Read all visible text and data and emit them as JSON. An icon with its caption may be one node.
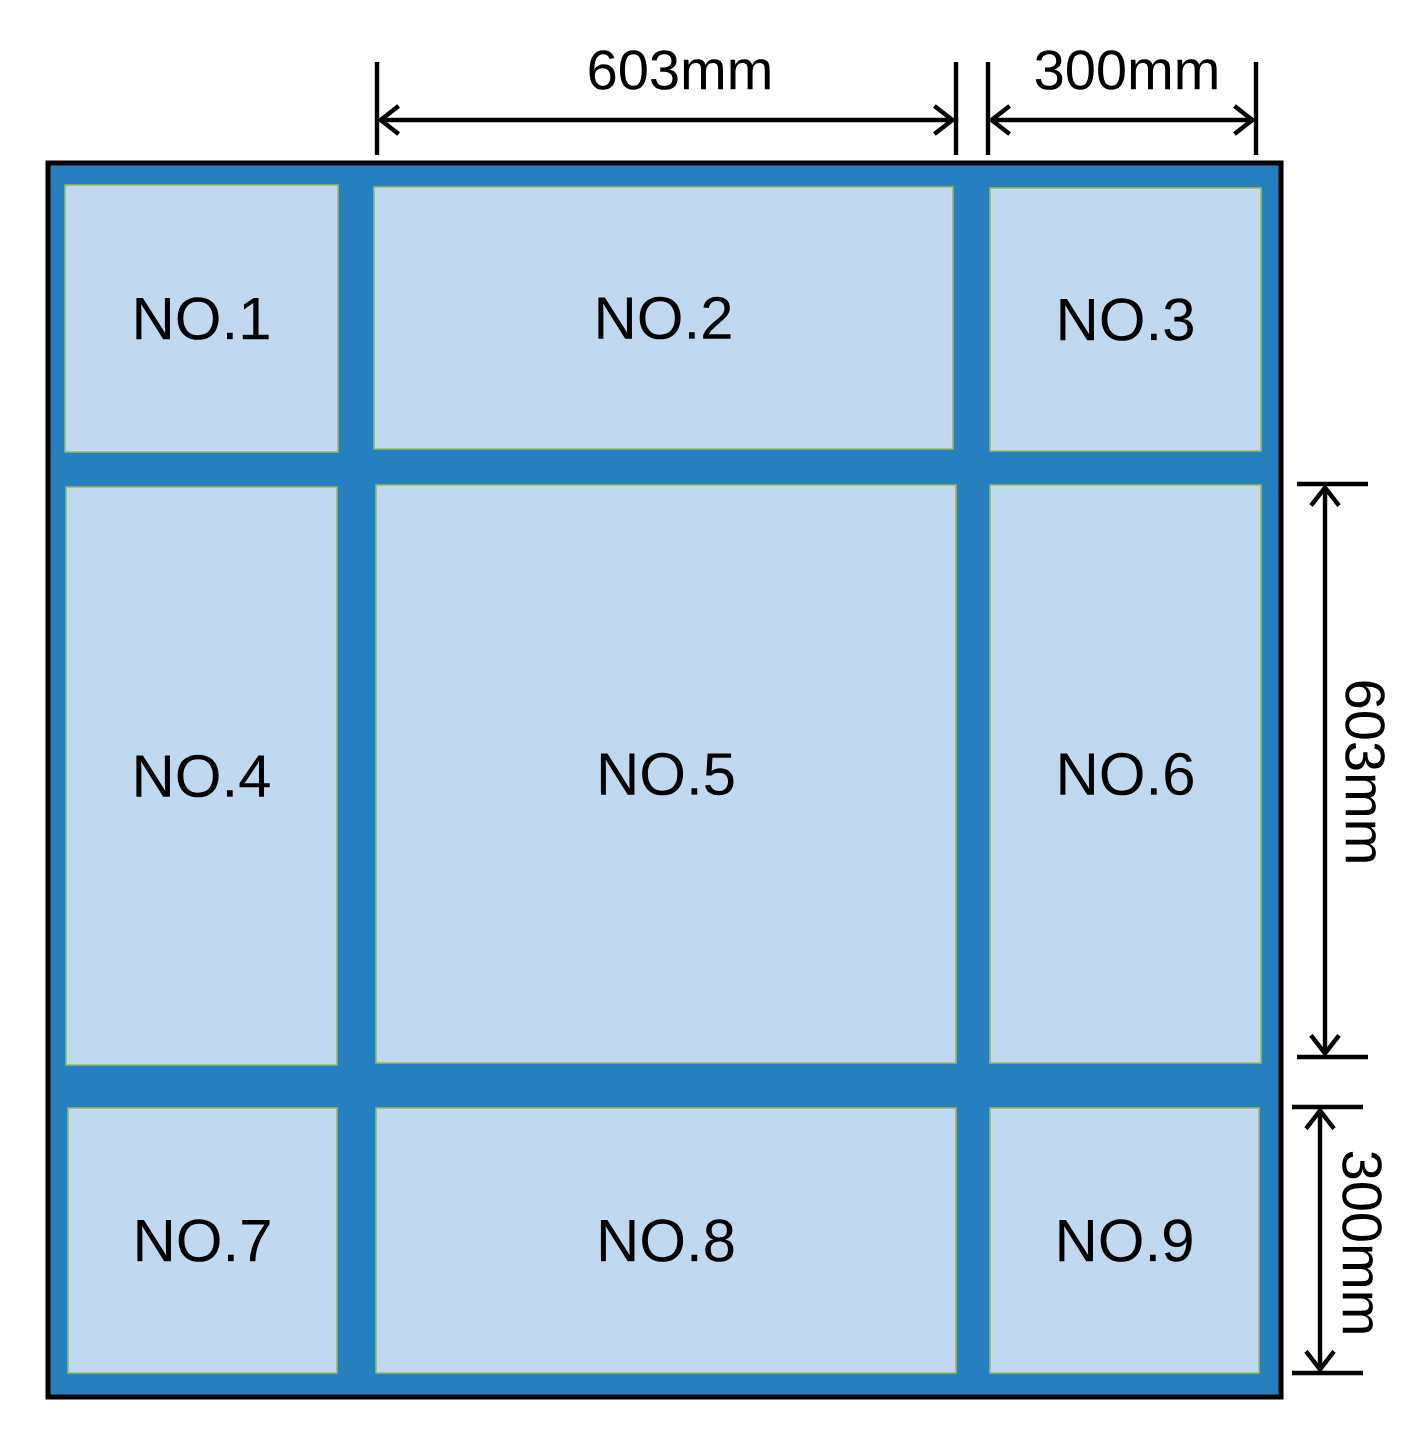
{
  "diagram": {
    "nodes": [
      {
        "text": [],
        "shape": "box"
      },
      {
        "text": [
          "NO.1"
        ],
        "in": 0
      },
      {
        "text": [
          "NO.2"
        ],
        "in": 0
      },
      {
        "text": [
          "NO.3"
        ],
        "in": 0
      },
      {
        "text": [
          "NO.4"
        ],
        "in": 0
      },
      {
        "text": [
          "NO.5"
        ],
        "in": 0
      },
      {
        "text": [
          "NO.6"
        ],
        "in": 0
      },
      {
        "text": [
          "NO.7"
        ],
        "in": 0
      },
      {
        "text": [
          "NO.8"
        ],
        "in": 0
      },
      {
        "text": [
          "NO.9"
        ],
        "in": 0
      }
    ],
    "labels": [
      "603mm",
      "300mm",
      "603mm",
      "300mm"
    ]
  }
}
